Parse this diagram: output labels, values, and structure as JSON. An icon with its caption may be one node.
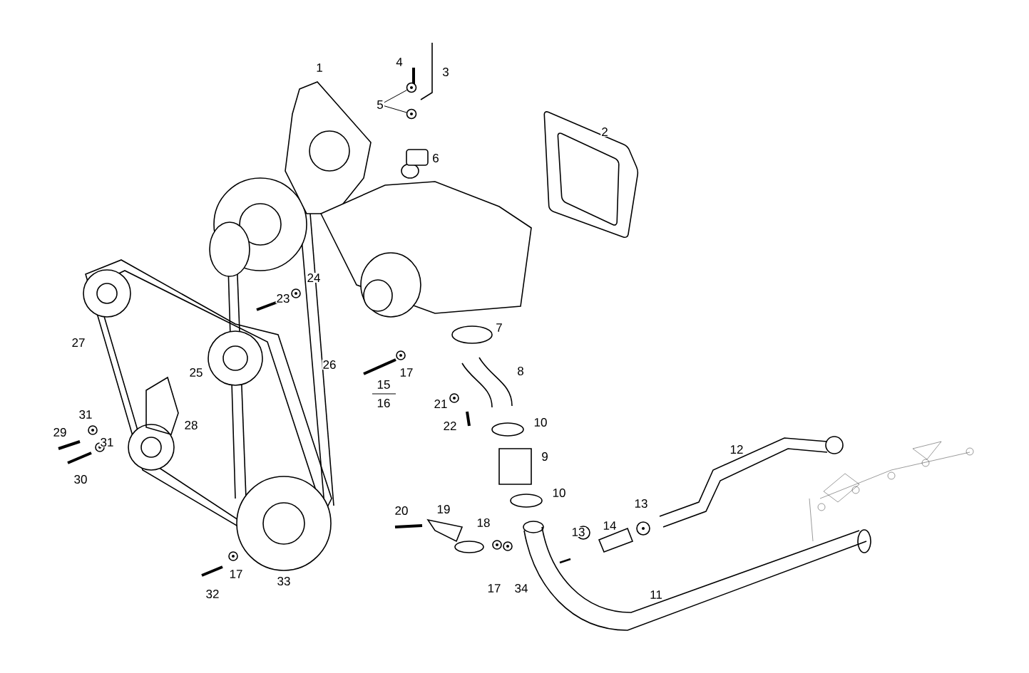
{
  "diagram": {
    "nodes": [
      {
        "text": [
          "5"
        ]
      },
      {
        "text": [],
        "shape": "circle"
      },
      {
        "text": [],
        "shape": "circle"
      }
    ],
    "edges": [
      {
        "from": 0,
        "to": 1,
        "arrow": "none"
      },
      {
        "from": 0,
        "to": 2,
        "arrow": "none"
      }
    ],
    "labels": [
      "1",
      "4",
      "3",
      "2",
      "6",
      "24",
      "23",
      "7",
      "27",
      "25",
      "26",
      "17",
      "8",
      "15",
      "16",
      "21",
      "31",
      "29",
      "28",
      "22",
      "10",
      "31",
      "9",
      "12",
      "30",
      "10",
      "20",
      "19",
      "13",
      "18",
      "13",
      "14",
      "32",
      "17",
      "33",
      "17",
      "34",
      "11"
    ]
  }
}
